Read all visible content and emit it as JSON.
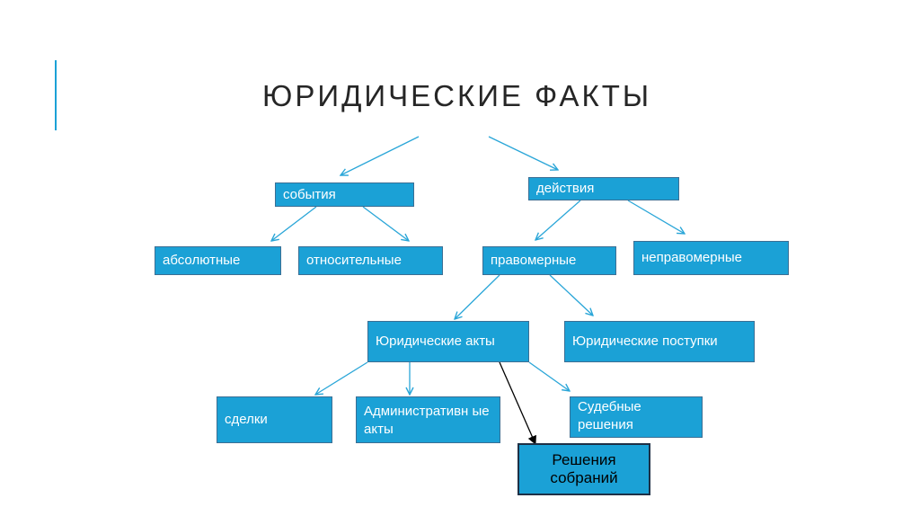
{
  "title": "ЮРИДИЧЕСКИЕ ФАКТЫ",
  "colors": {
    "accent": "#1ba1d6",
    "box_fill": "#1ba1d6",
    "box_border": "#3b6f94",
    "arrow": "#2aa6d8",
    "dark_arrow": "#000000"
  },
  "nodes": {
    "events": "события",
    "actions": "действия",
    "absolute": "абсолютные",
    "relative": "относительные",
    "lawful": "правомерные",
    "unlawful": "неправомерные",
    "legal_acts": "Юридические акты",
    "legal_deeds": "Юридические поступки",
    "transactions": "сделки",
    "admin_acts": "Административн ые акты",
    "court_decisions": "Судебные решения",
    "meeting_decisions": "Решения собраний"
  }
}
